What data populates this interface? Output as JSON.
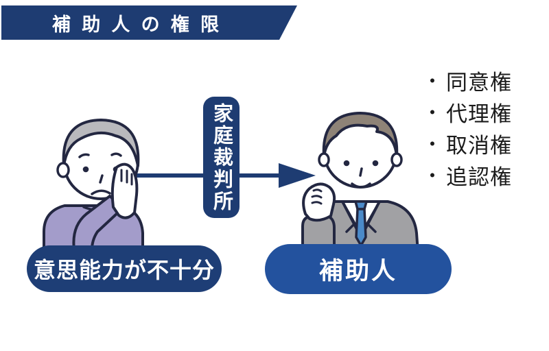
{
  "banner": {
    "title": "補助人の権限"
  },
  "court_box": {
    "label": "家庭裁判所"
  },
  "rights": {
    "bullet": "・",
    "items": [
      "同意権",
      "代理権",
      "取消権",
      "追認権"
    ]
  },
  "labels": {
    "left_pill": "意思能力が不十分",
    "right_pill": "補助人"
  },
  "illustrations": {
    "left": "worried-elderly-person with hand on cheek, purple sweater, gray hair",
    "right": "smiling man in gray suit with blue tie, raised fist"
  },
  "colors": {
    "navy": "#1e3c72",
    "left_pill_bg": "#1e3e76",
    "right_pill_bg": "#23529e",
    "arrow": "#1e3c72",
    "list_text": "#1b1b1b",
    "sweater": "#a39cca",
    "elder_hair": "#b9b9bd",
    "suit": "#a1a1a4",
    "man_hair": "#8e8377",
    "tie": "#4b8ac9",
    "outline": "#232741",
    "background": "#ffffff"
  }
}
